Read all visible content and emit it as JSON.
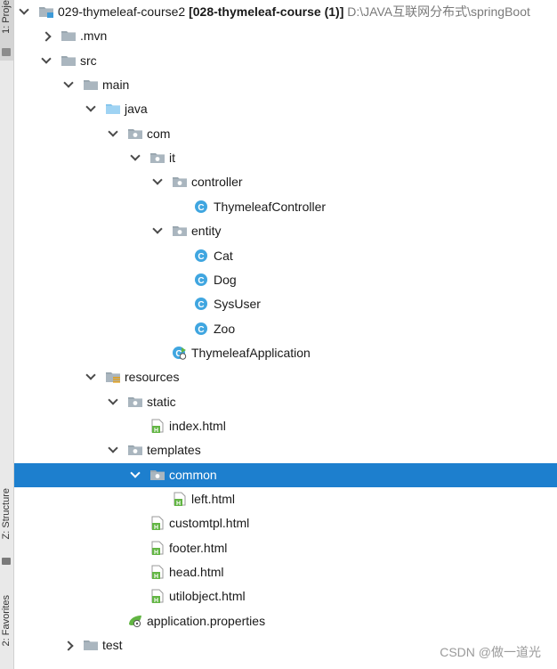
{
  "tool_strip": {
    "project_tab": "1: Proje",
    "structure_tab": "Z: Structure",
    "favorites_tab": "2: Favorites"
  },
  "tree": [
    {
      "id": "module",
      "depth": 0,
      "expanded": true,
      "icon": "module-folder-icon",
      "name": "029-thymeleaf-course2",
      "bold": "[028-thymeleaf-course (1)]",
      "path": "D:\\JAVA互联网分布式\\springBoot"
    },
    {
      "id": "mvn",
      "depth": 1,
      "expanded": false,
      "icon": "folder-icon",
      "name": ".mvn"
    },
    {
      "id": "src",
      "depth": 1,
      "expanded": true,
      "icon": "folder-icon",
      "name": "src"
    },
    {
      "id": "main",
      "depth": 2,
      "expanded": true,
      "icon": "folder-icon",
      "name": "main"
    },
    {
      "id": "java",
      "depth": 3,
      "expanded": true,
      "icon": "source-folder-icon",
      "name": "java"
    },
    {
      "id": "com",
      "depth": 4,
      "expanded": true,
      "icon": "package-icon",
      "name": "com"
    },
    {
      "id": "it",
      "depth": 5,
      "expanded": true,
      "icon": "package-icon",
      "name": "it"
    },
    {
      "id": "controller",
      "depth": 6,
      "expanded": true,
      "icon": "package-icon",
      "name": "controller"
    },
    {
      "id": "thymeleafcontroller",
      "depth": 7,
      "icon": "java-class-icon",
      "name": "ThymeleafController"
    },
    {
      "id": "entity",
      "depth": 6,
      "expanded": true,
      "icon": "package-icon",
      "name": "entity"
    },
    {
      "id": "cat",
      "depth": 7,
      "icon": "java-class-icon",
      "name": "Cat"
    },
    {
      "id": "dog",
      "depth": 7,
      "icon": "java-class-icon",
      "name": "Dog"
    },
    {
      "id": "sysuser",
      "depth": 7,
      "icon": "java-class-icon",
      "name": "SysUser"
    },
    {
      "id": "zoo",
      "depth": 7,
      "icon": "java-class-icon",
      "name": "Zoo"
    },
    {
      "id": "thymeleafapplication",
      "depth": 6,
      "icon": "spring-boot-class-icon",
      "name": "ThymeleafApplication"
    },
    {
      "id": "resources",
      "depth": 3,
      "expanded": true,
      "icon": "resources-folder-icon",
      "name": "resources"
    },
    {
      "id": "static",
      "depth": 4,
      "expanded": true,
      "icon": "package-icon",
      "name": "static"
    },
    {
      "id": "index",
      "depth": 5,
      "icon": "html-file-icon",
      "name": "index.html"
    },
    {
      "id": "templates",
      "depth": 4,
      "expanded": true,
      "icon": "package-icon",
      "name": "templates"
    },
    {
      "id": "common",
      "depth": 5,
      "expanded": true,
      "icon": "package-icon",
      "name": "common",
      "selected": true
    },
    {
      "id": "left",
      "depth": 6,
      "icon": "html-file-icon",
      "name": "left.html"
    },
    {
      "id": "customtpl",
      "depth": 5,
      "icon": "html-file-icon",
      "name": "customtpl.html"
    },
    {
      "id": "footer",
      "depth": 5,
      "icon": "html-file-icon",
      "name": "footer.html"
    },
    {
      "id": "head",
      "depth": 5,
      "icon": "html-file-icon",
      "name": "head.html"
    },
    {
      "id": "utilobject",
      "depth": 5,
      "icon": "html-file-icon",
      "name": "utilobject.html"
    },
    {
      "id": "appprops",
      "depth": 4,
      "icon": "properties-file-icon",
      "name": "application.properties"
    },
    {
      "id": "test",
      "depth": 2,
      "expanded": false,
      "icon": "folder-icon",
      "name": "test"
    }
  ],
  "colors": {
    "selection": "#1d7fce",
    "folder": "#9aa7b0",
    "source_folder": "#87c6ec",
    "java_class": "#40a6e0",
    "html_green": "#62b543",
    "path_gray": "#7a7a7a"
  },
  "watermark": "CSDN @做一道光"
}
